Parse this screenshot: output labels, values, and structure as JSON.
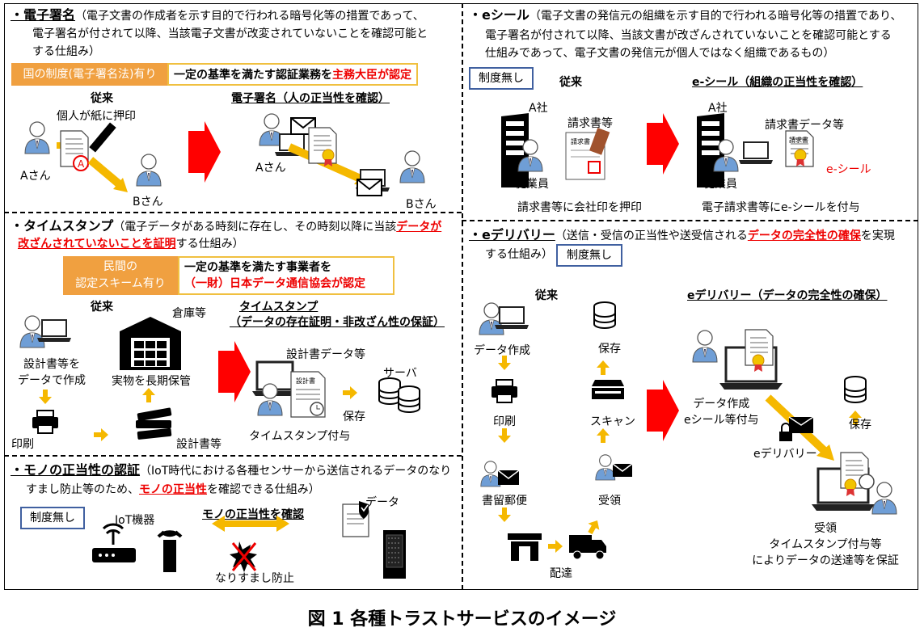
{
  "caption": "図 1 各種トラストサービスのイメージ",
  "esign": {
    "heading": "・電子署名",
    "desc1": "（電子文書の作成者を示す目的で行われる暗号化等の措置であって、",
    "desc2": "電子署名が付されて以降、当該電子文書が改変されていないことを確認可能と",
    "desc3": "する仕組み）",
    "badge": "国の制度(電子署名法)有り",
    "note_pre": "一定の基準を満たす認証業務を",
    "note_red": "主務大臣が認定",
    "conventional": "従来",
    "stamp_label": "個人が紙に押印",
    "person_a": "Aさん",
    "person_b": "Bさん",
    "new_title": "電子署名（人の正当性を確認）",
    "person_a2": "Aさん",
    "person_b2": "Bさん"
  },
  "eseal": {
    "heading": "・eシール",
    "desc1": "（電子文書の発信元の組織を示す目的で行われる暗号化等の措置であり、",
    "desc2": "電子署名が付されて以降、当該文書が改ざんされていないことを確認可能とする",
    "desc3": "仕組みであって、電子文書の発信元が個人ではなく組織であるもの）",
    "badge": "制度無し",
    "conventional": "従来",
    "company": "A社",
    "invoice": "請求書等",
    "employee": "従業員",
    "caption_old": "請求書等に会社印を押印",
    "new_title": "e-シール（組織の正当性を確認）",
    "company2": "A社",
    "invoice_data": "請求書データ等",
    "employee2": "従業員",
    "eseal_label": "e-シール",
    "caption_new": "電子請求書等にe-シールを付与"
  },
  "timestamp": {
    "heading": "・タイムスタンプ",
    "desc1": "（電子データがある時刻に存在し、その時刻以降に当該",
    "desc1_red": "データが",
    "desc2_red": "改ざんされていないことを証明",
    "desc2": "する仕組み）",
    "badge": "民間の\n認定スキーム有り",
    "badge_l1": "民間の",
    "badge_l2": "認定スキーム有り",
    "note_l1": "一定の基準を満たす事業者を",
    "note_l2_red": "（一財）日本データ通信協会が認定",
    "conventional": "従来",
    "warehouse": "倉庫等",
    "design_l1": "設計書等を",
    "design_l2": "データで作成",
    "keep": "実物を長期保管",
    "print": "印刷",
    "designs": "設計書等",
    "new_title_l1": "タイムスタンプ",
    "new_title_l2": "（データの存在証明・非改ざん性の保証）",
    "design_data": "設計書データ等",
    "server": "サーバ",
    "store": "保存",
    "ts_attach": "タイムスタンプ付与",
    "doc_label": "設計書"
  },
  "iot": {
    "heading": "・モノの正当性の認証",
    "desc1": "（IoT時代における各種センサーから送信されるデータのなり",
    "desc2_pre": "すまし防止等のため、",
    "desc2_red": "モノの正当性",
    "desc2_post": "を確認できる仕組み）",
    "badge": "制度無し",
    "device": "IoT機器",
    "verify": "モノの正当性を確認",
    "data": "データ",
    "spoof": "なりすまし防止"
  },
  "edelivery": {
    "heading": "・eデリバリー",
    "desc1_pre": "（送信・受信の正当性や送受信される",
    "desc1_red": "データの完全性の確保",
    "desc1_post": "を実現",
    "desc2": "する仕組み）",
    "badge": "制度無し",
    "conventional": "従来",
    "create": "データ作成",
    "print": "印刷",
    "mail": "書留郵便",
    "deliver": "配達",
    "receive": "受領",
    "scan": "スキャン",
    "save": "保存",
    "new_title": "eデリバリー（データの完全性の確保）",
    "create_l1": "データ作成",
    "create_l2": "eシール等付与",
    "edelivery_label": "eデリバリー",
    "save2": "保存",
    "recv_l1": "受領",
    "recv_l2": "タイムスタンプ付与等",
    "recv_l3": "によりデータの送達等を保証"
  },
  "colors": {
    "accent_red": "#ff0000",
    "arrow_orange": "#f5b800",
    "badge_orange": "#f0a040",
    "badge_border": "#f0c040",
    "blue_border": "#4060a0",
    "person_blue": "#6f9ed6"
  }
}
